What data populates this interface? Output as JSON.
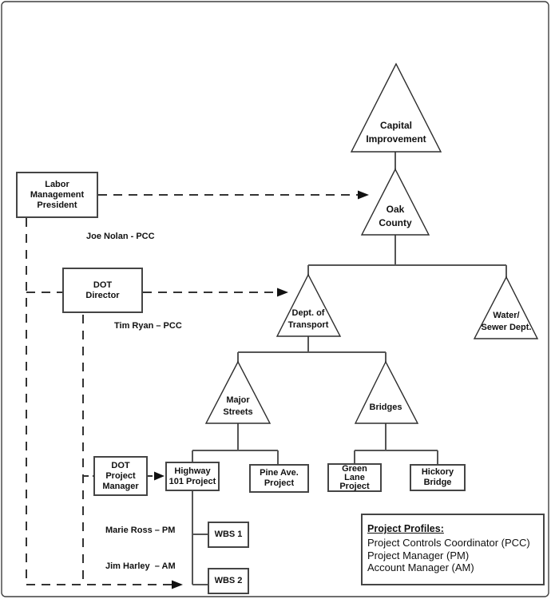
{
  "nodes": {
    "capital": {
      "lines": [
        "Capital",
        "Improvement"
      ]
    },
    "oak": {
      "lines": [
        "Oak",
        "County"
      ]
    },
    "dept_transport": {
      "lines": [
        "Dept. of",
        "Transport"
      ]
    },
    "water_sewer": {
      "lines": [
        "Water/",
        "Sewer Dept."
      ]
    },
    "major_streets": {
      "lines": [
        "Major",
        "Streets"
      ]
    },
    "bridges": {
      "lines": [
        "Bridges"
      ]
    },
    "labor_president": {
      "lines": [
        "Labor",
        "Management",
        "President"
      ]
    },
    "dot_director": {
      "lines": [
        "DOT",
        "Director"
      ]
    },
    "dot_project_manager": {
      "lines": [
        "DOT",
        "Project",
        "Manager"
      ]
    },
    "highway_101": {
      "lines": [
        "Highway",
        "101 Project"
      ]
    },
    "pine_ave": {
      "lines": [
        "Pine Ave.",
        "Project"
      ]
    },
    "green_lane": {
      "lines": [
        "Green",
        "Lane",
        "Project"
      ]
    },
    "hickory_bridge": {
      "lines": [
        "Hickory",
        "Bridge"
      ]
    },
    "wbs1": {
      "label": "WBS 1"
    },
    "wbs2": {
      "label": "WBS 2"
    }
  },
  "annotations": {
    "joe_nolan": "Joe Nolan - PCC",
    "tim_ryan": "Tim Ryan – PCC",
    "marie_ross": "Marie Ross – PM",
    "jim_harley": "Jim Harley  – AM"
  },
  "legend": {
    "title": "Project Profiles:",
    "items": [
      "Project Controls Coordinator (PCC)",
      "Project Manager (PM)",
      "Account Manager (AM)"
    ]
  },
  "colors": {
    "solid_line": "#555555",
    "dashed_line": "#333333",
    "box_border": "#454545",
    "text": "#111111"
  }
}
